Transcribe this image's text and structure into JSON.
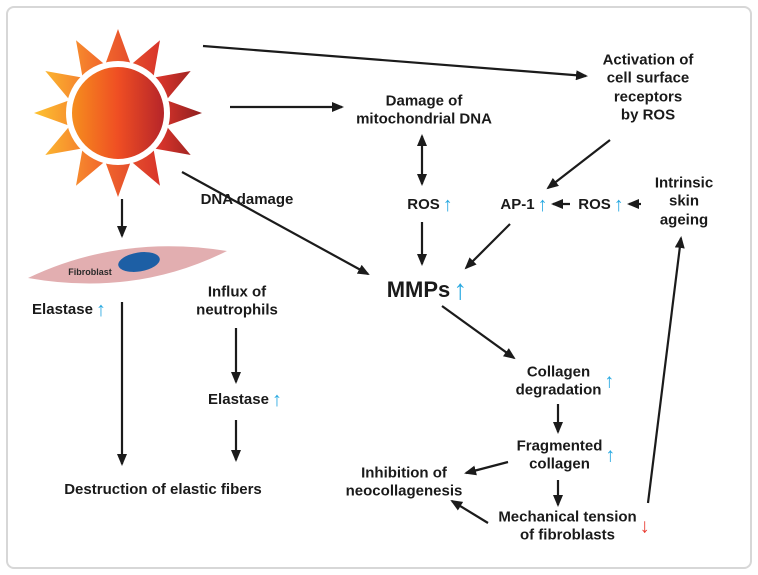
{
  "colors": {
    "increase_arrow": "#29a9e1",
    "decrease_arrow": "#e8392f",
    "connector_arrow": "#1b1b1b",
    "sun_yellow": "#fdc330",
    "sun_orange": "#f2692c",
    "sun_dark_red": "#8e1f1f",
    "cell_body_pink": "#e2aeb0",
    "cell_nucleus_blue": "#1d5fa5",
    "frame_gray": "#d7d7d7"
  },
  "icons": {
    "up_arrow": "↑",
    "down_arrow": "↓",
    "sun": "sun-icon",
    "cell": "fibroblast-cell-illustration"
  },
  "nodes": {
    "activation": "Activation of\ncell surface\nreceptors\nby ROS",
    "mitochondrial": "Damage of\nmitochondrial DNA",
    "dna_damage": "DNA damage",
    "ros_center": "ROS",
    "ap1": "AP-1",
    "ros_right": "ROS",
    "intrinsic": "Intrinsic\nskin ageing",
    "mmps": "MMPs",
    "fibroblast": "Fibroblast",
    "elastase_left": "Elastase",
    "influx": "Influx of\nneutrophils",
    "elastase_mid": "Elastase",
    "collagen_degradation": "Collagen\ndegradation",
    "fragmented_collagen": "Fragmented\ncollagen",
    "inhibition": "Inhibition of\nneocollagenesis",
    "mechanical_tension": "Mechanical tension\nof fibroblasts",
    "destruction": "Destruction of elastic fibers"
  },
  "trend_indicators": {
    "ros_center": "up",
    "ap1": "up",
    "ros_right": "up",
    "mmps": "up",
    "elastase_left": "up",
    "elastase_mid": "up",
    "collagen_degradation": "up",
    "fragmented_collagen": "up",
    "mechanical_tension": "down"
  },
  "edges": [
    {
      "from": "sun",
      "to": "activation"
    },
    {
      "from": "sun",
      "to": "mitochondrial"
    },
    {
      "from": "sun",
      "to": "mmps",
      "label": "DNA damage"
    },
    {
      "from": "sun",
      "to": "fibroblast"
    },
    {
      "from": "mitochondrial",
      "to": "ros_center",
      "bidirectional": true
    },
    {
      "from": "ros_center",
      "to": "mmps"
    },
    {
      "from": "activation",
      "to": "ap1"
    },
    {
      "from": "ros_right",
      "to": "ap1"
    },
    {
      "from": "intrinsic",
      "to": "ros_right"
    },
    {
      "from": "ap1",
      "to": "mmps"
    },
    {
      "from": "mmps",
      "to": "collagen_degradation"
    },
    {
      "from": "collagen_degradation",
      "to": "fragmented_collagen"
    },
    {
      "from": "fragmented_collagen",
      "to": "inhibition"
    },
    {
      "from": "fragmented_collagen",
      "to": "mechanical_tension"
    },
    {
      "from": "mechanical_tension",
      "to": "inhibition"
    },
    {
      "from": "mechanical_tension",
      "to": "intrinsic"
    },
    {
      "from": "fibroblast",
      "to": "destruction"
    },
    {
      "from": "influx",
      "to": "elastase_mid"
    },
    {
      "from": "elastase_mid",
      "to": "destruction"
    }
  ]
}
